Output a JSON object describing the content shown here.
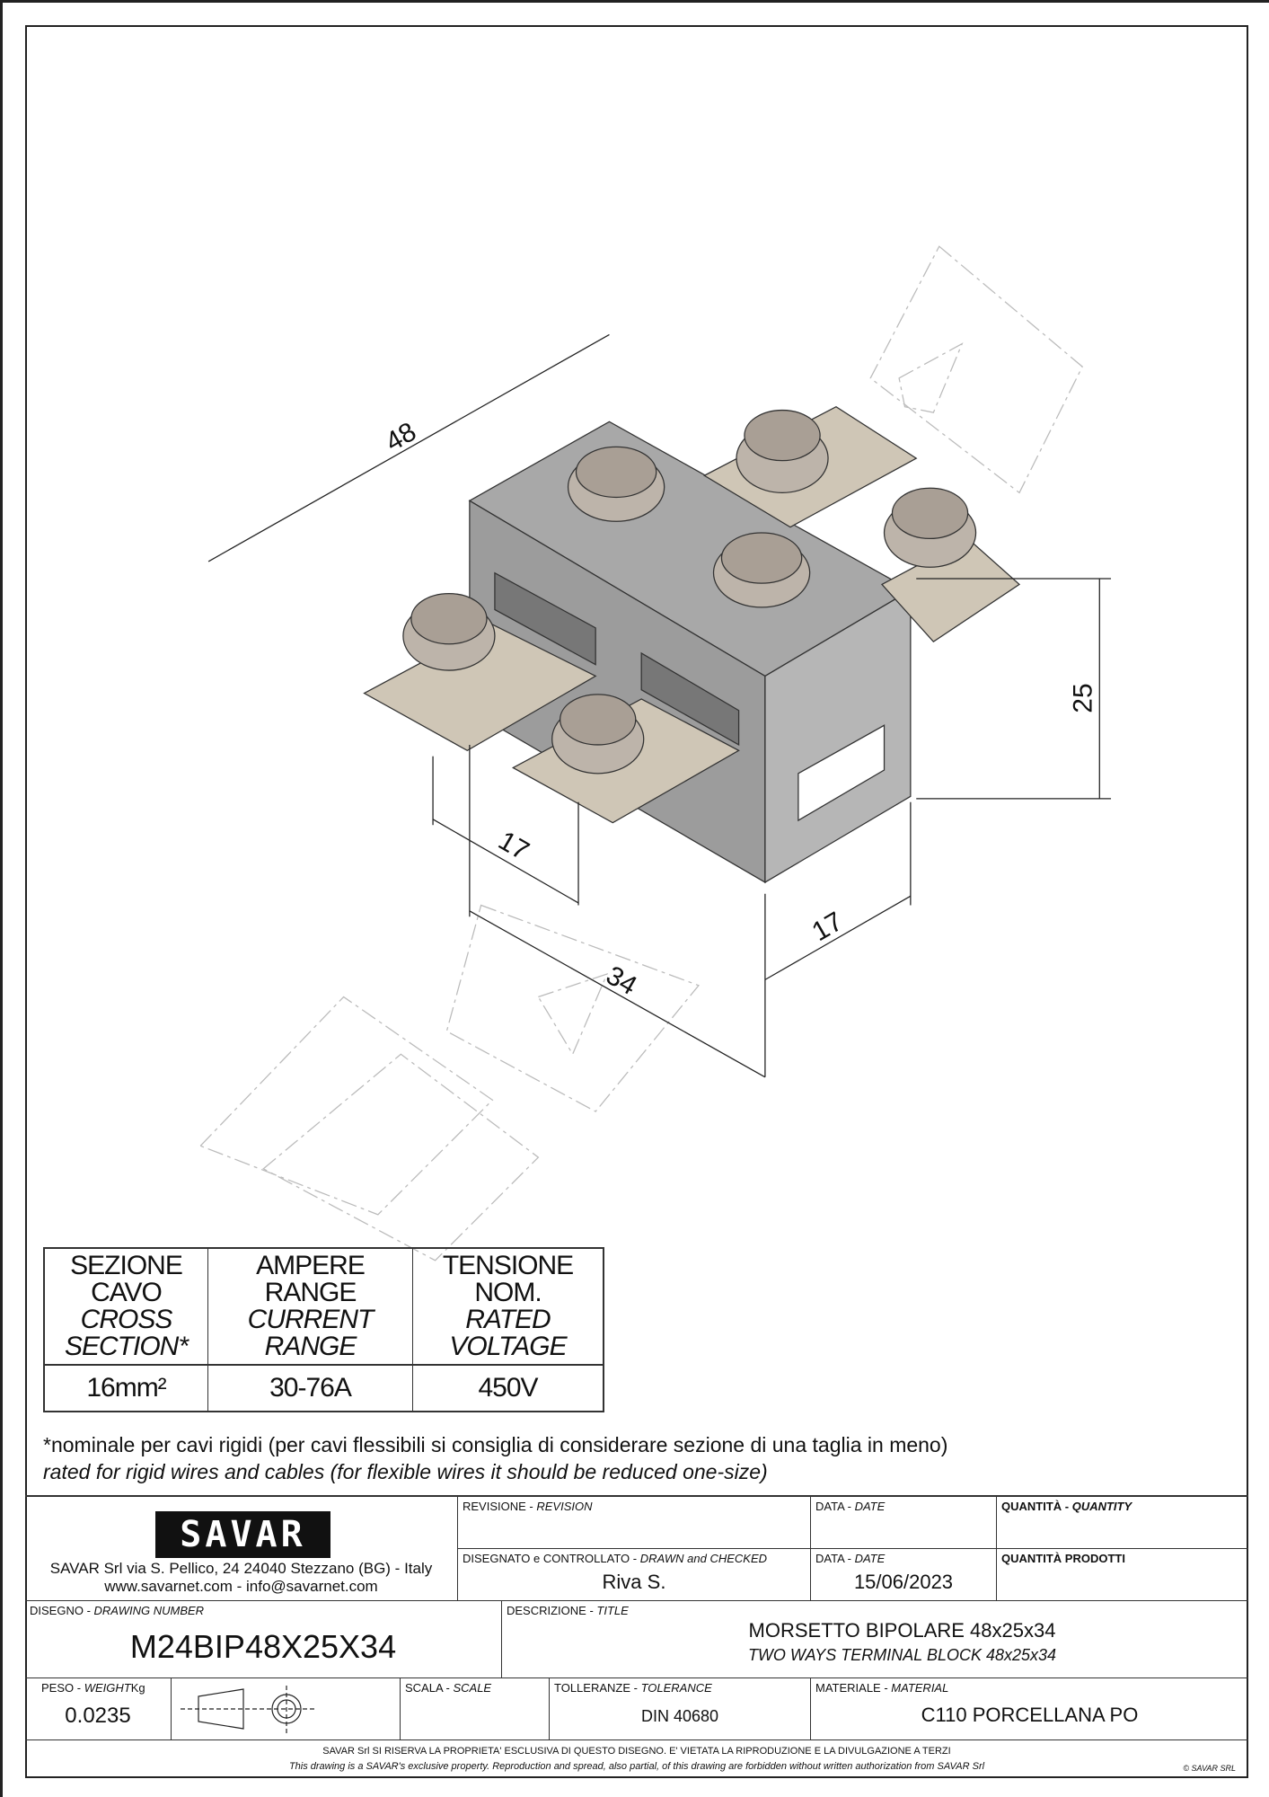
{
  "dimensions": {
    "length": "48",
    "height": "25",
    "depth": "17",
    "pitch": "34",
    "terminal_width": "17"
  },
  "spec_table": {
    "headers": [
      {
        "it_line1": "SEZIONE",
        "it_line2": "CAVO",
        "en_line1": "CROSS",
        "en_line2": "SECTION*"
      },
      {
        "it_line1": "AMPERE",
        "it_line2": "RANGE",
        "en_line1": "CURRENT",
        "en_line2": "RANGE"
      },
      {
        "it_line1": "TENSIONE",
        "it_line2": "NOM.",
        "en_line1": "RATED",
        "en_line2": "VOLTAGE"
      }
    ],
    "values": [
      "16mm²",
      "30-76A",
      "450V"
    ]
  },
  "footnote": {
    "it": "*nominale per cavi rigidi (per cavi flessibili si consiglia di considerare sezione di una taglia in meno)",
    "en": "rated for rigid wires and cables (for flexible wires it should be reduced one-size)"
  },
  "title_block": {
    "logo": "SAVAR",
    "address": "SAVAR Srl via S. Pellico, 24  24040 Stezzano (BG) - Italy",
    "contacts": "www.savarnet.com  -  info@savarnet.com",
    "revision_label": "REVISIONE - ",
    "revision_label_en": "REVISION",
    "date_label": "DATA - ",
    "date_label_en": "DATE",
    "quantity_label": "QUANTITÀ - ",
    "quantity_label_en": "QUANTITY",
    "drawn_label": "DISEGNATO e CONTROLLATO - ",
    "drawn_label_en": "DRAWN and CHECKED",
    "drawn_by": "Riva S.",
    "date2_label": "DATA - ",
    "date2_label_en": "DATE",
    "date": "15/06/2023",
    "products_label": "QUANTITÀ  PRODOTTI",
    "drawing_number_label": "DISEGNO - ",
    "drawing_number_label_en": "DRAWING NUMBER",
    "drawing_number": "M24BIP48X25X34",
    "title_label": "DESCRIZIONE - ",
    "title_label_en": "TITLE",
    "title_it": "MORSETTO BIPOLARE 48x25x34",
    "title_en": "TWO WAYS TERMINAL BLOCK 48x25x34",
    "weight_label": "PESO - ",
    "weight_label_en": "WEIGHT",
    "weight_unit": "Kg",
    "weight": "0.0235",
    "scale_label": "SCALA - ",
    "scale_label_en": "SCALE",
    "tolerance_label": "TOLLERANZE - ",
    "tolerance_label_en": "TOLERANCE",
    "tolerance": "DIN 40680",
    "material_label": "MATERIALE - ",
    "material_label_en": "MATERIAL",
    "material": "C110 PORCELLANA PO",
    "notice_it": "SAVAR Srl SI RISERVA LA PROPRIETA' ESCLUSIVA DI QUESTO DISEGNO. E' VIETATA LA RIPRODUZIONE E LA DIVULGAZIONE A TERZI",
    "notice_en": "This drawing is a SAVAR's exclusive property. Reproduction and spread, also partial, of this drawing are forbidden without written authorization from SAVAR Srl",
    "copyright": "© SAVAR SRL"
  }
}
